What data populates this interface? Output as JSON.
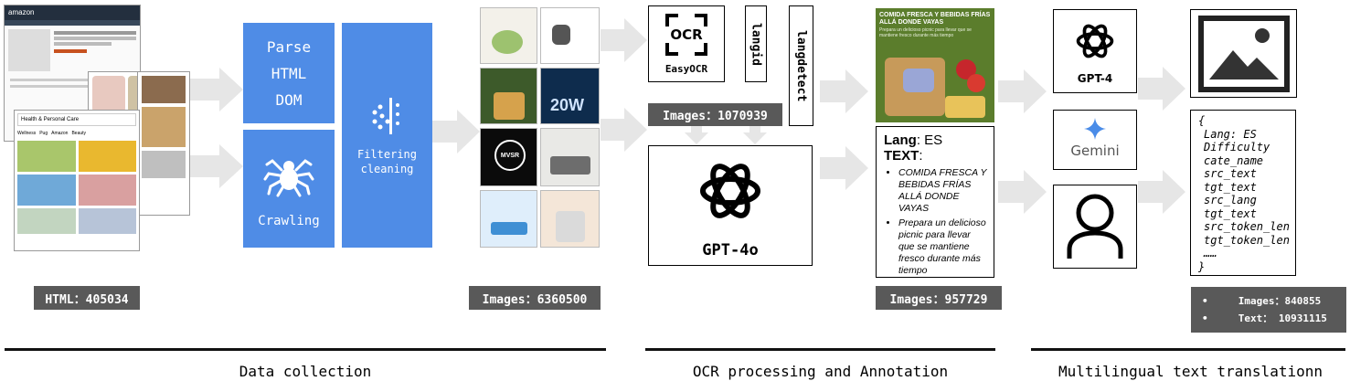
{
  "collection": {
    "parse_lines": [
      "Parse",
      "HTML",
      "DOM"
    ],
    "crawling_label": "Crawling",
    "filtering_lines": [
      "Filtering",
      "cleaning"
    ],
    "html_count": "HTML：405034",
    "images_count": "Images：6360500",
    "screenshot_amazon_header": "amazon",
    "screenshot_search_header": "Health & Personal Care",
    "screenshot_tabs": [
      "Wellness",
      "Pug",
      "Amazon",
      "Beauty"
    ],
    "thumb_20w": "20W",
    "thumb_mvsr": "MVSR"
  },
  "ocr": {
    "ocr_icon_text": "OCR",
    "easyocr_label": "EasyOCR",
    "langid_label": "langid",
    "langdetect_label": "langdetect",
    "images_1070939": "Images：1070939",
    "gpt4o_label": "GPT-4o",
    "images_957729": "Images：957729",
    "ad_title": "COMIDA FRESCA Y BEBIDAS FRÍAS ALLÁ DONDE VAYAS",
    "ad_sub": "Prepara un delicioso picnic para llevar que se mantiene fresco durante más tiempo",
    "lang_key": "Lang",
    "lang_value": ": ES",
    "text_key": "TEXT",
    "text_colon": ":",
    "text_items": [
      "COMIDA FRESCA Y BEBIDAS FRÍAS ALLÁ DONDE VAYAS",
      "Prepara un delicioso picnic para llevar que se mantiene fresco durante más tiempo"
    ]
  },
  "translation": {
    "gpt4_label": "GPT-4",
    "gemini_label": "Gemini",
    "json_lines": [
      "{",
      "Lang: ES",
      "Difficulty",
      "cate_name",
      "src_text",
      "tgt_text",
      "src_lang",
      "tgt_text",
      "src_token_len",
      "tgt_token_len",
      "……",
      "}"
    ],
    "stats": [
      {
        "label": "Images",
        "value": "：840855"
      },
      {
        "label": "Text",
        "value": "：  10931115"
      }
    ]
  },
  "sections": {
    "data_collection": "Data collection",
    "ocr_annotation": "OCR processing and Annotation",
    "multilingual": "Multilingual text translationn"
  },
  "colors": {
    "blue": "#4f8ce6",
    "gray_label": "#595959",
    "arrow": "#e6e6e6"
  }
}
